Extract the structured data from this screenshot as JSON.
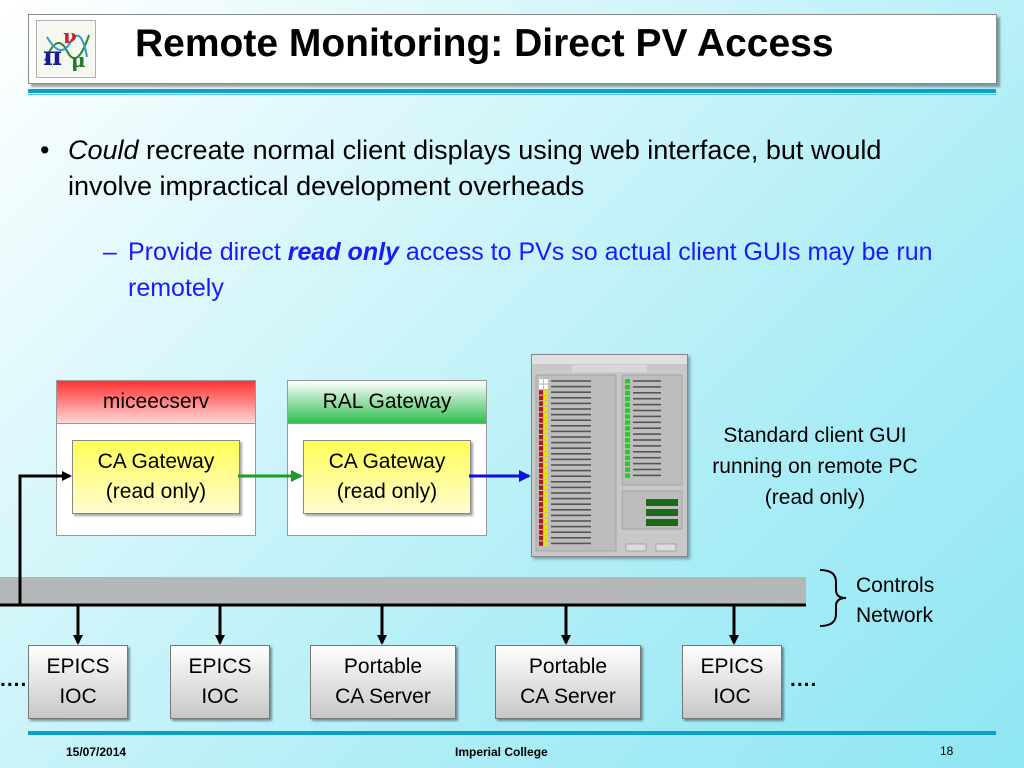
{
  "title": "Remote Monitoring: Direct PV Access",
  "bullets": {
    "b1_em": "Could",
    "b1_rest": " recreate normal client displays using web interface, but would involve impractical development overheads",
    "b2_pre": "Provide direct ",
    "b2_em": "read only",
    "b2_post": " access to PVs so actual client GUIs may be run remotely"
  },
  "gateways": {
    "left_header": "miceecserv",
    "right_header": "RAL Gateway",
    "ca_line1": "CA Gateway",
    "ca_line2": "(read only)"
  },
  "standard_gui_label": "Standard client GUI running on remote PC (read only)",
  "network_label_line1": "Controls",
  "network_label_line2": "Network",
  "nodes": [
    {
      "line1": "EPICS",
      "line2": "IOC"
    },
    {
      "line1": "EPICS",
      "line2": "IOC"
    },
    {
      "line1": "Portable",
      "line2": "CA Server"
    },
    {
      "line1": "Portable",
      "line2": "CA Server"
    },
    {
      "line1": "EPICS",
      "line2": "IOC"
    }
  ],
  "ellipsis": "....",
  "footer": {
    "date": "15/07/2014",
    "org": "Imperial College",
    "page": "18"
  },
  "colors": {
    "accent_rule": "#0aa0c8",
    "bullet2_text": "#1a1aff",
    "miceecserv_header": "#ff3333",
    "ral_header": "#22bb44",
    "ca_gateway": "#ffff55",
    "arrow_green": "#1f9a2a",
    "arrow_blue": "#1010dd"
  }
}
